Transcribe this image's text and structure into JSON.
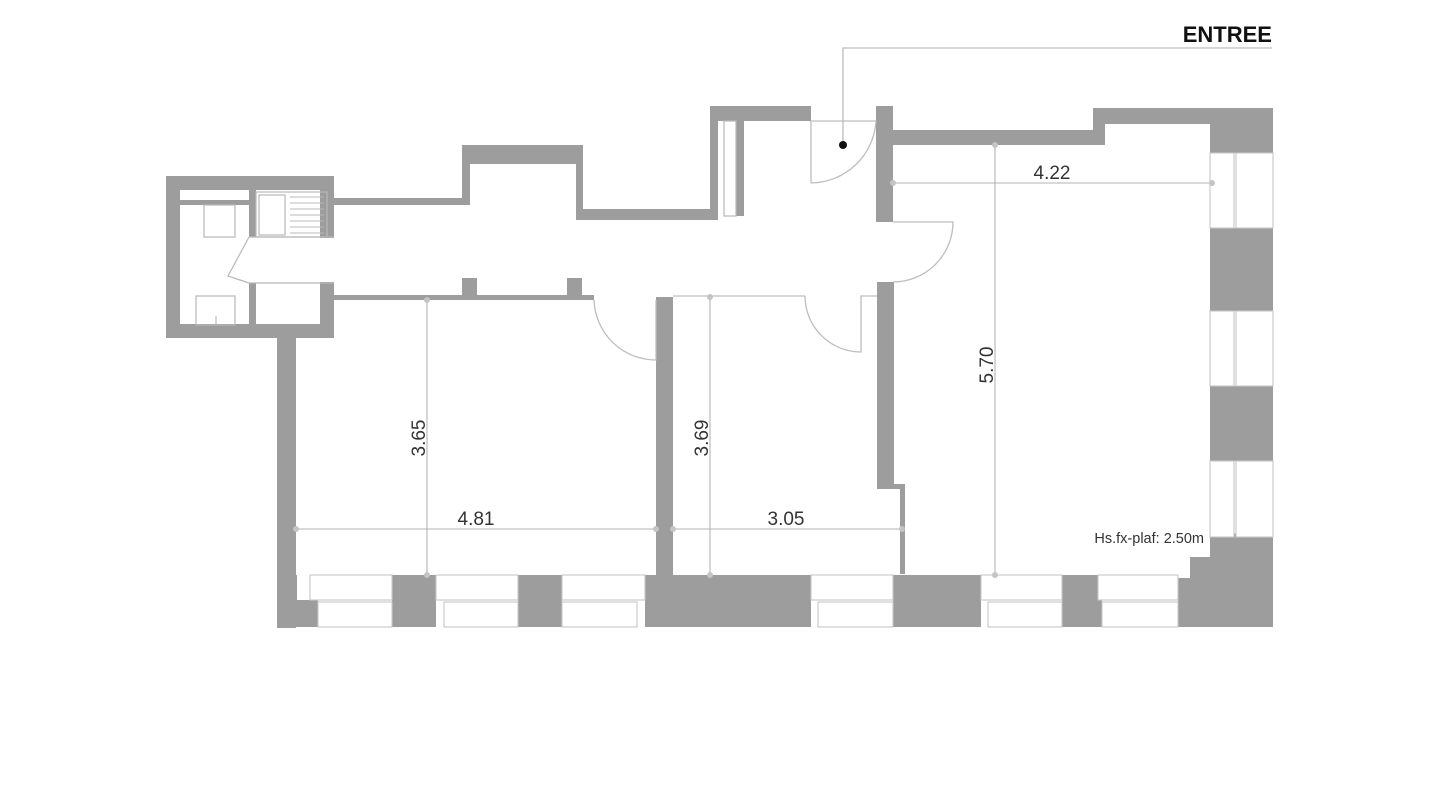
{
  "plan": {
    "entrance_label": "ENTREE",
    "ceiling_height_note": "Hs.fx-plaf: 2.50m",
    "colors": {
      "wall": "#9d9d9d",
      "line": "#bdbdbd",
      "text": "#333333",
      "background": "#ffffff"
    },
    "dimensions": {
      "room_right_width": "4.22",
      "room_right_depth": "5.70",
      "room_left_depth": "3.65",
      "room_left_width": "4.81",
      "room_middle_depth": "3.69",
      "room_middle_width": "3.05"
    },
    "rooms": [
      {
        "id": "bathroom",
        "label": ""
      },
      {
        "id": "corridor",
        "label": ""
      },
      {
        "id": "bedroom-left",
        "label": ""
      },
      {
        "id": "bedroom-middle",
        "label": ""
      },
      {
        "id": "living-room",
        "label": ""
      }
    ]
  }
}
